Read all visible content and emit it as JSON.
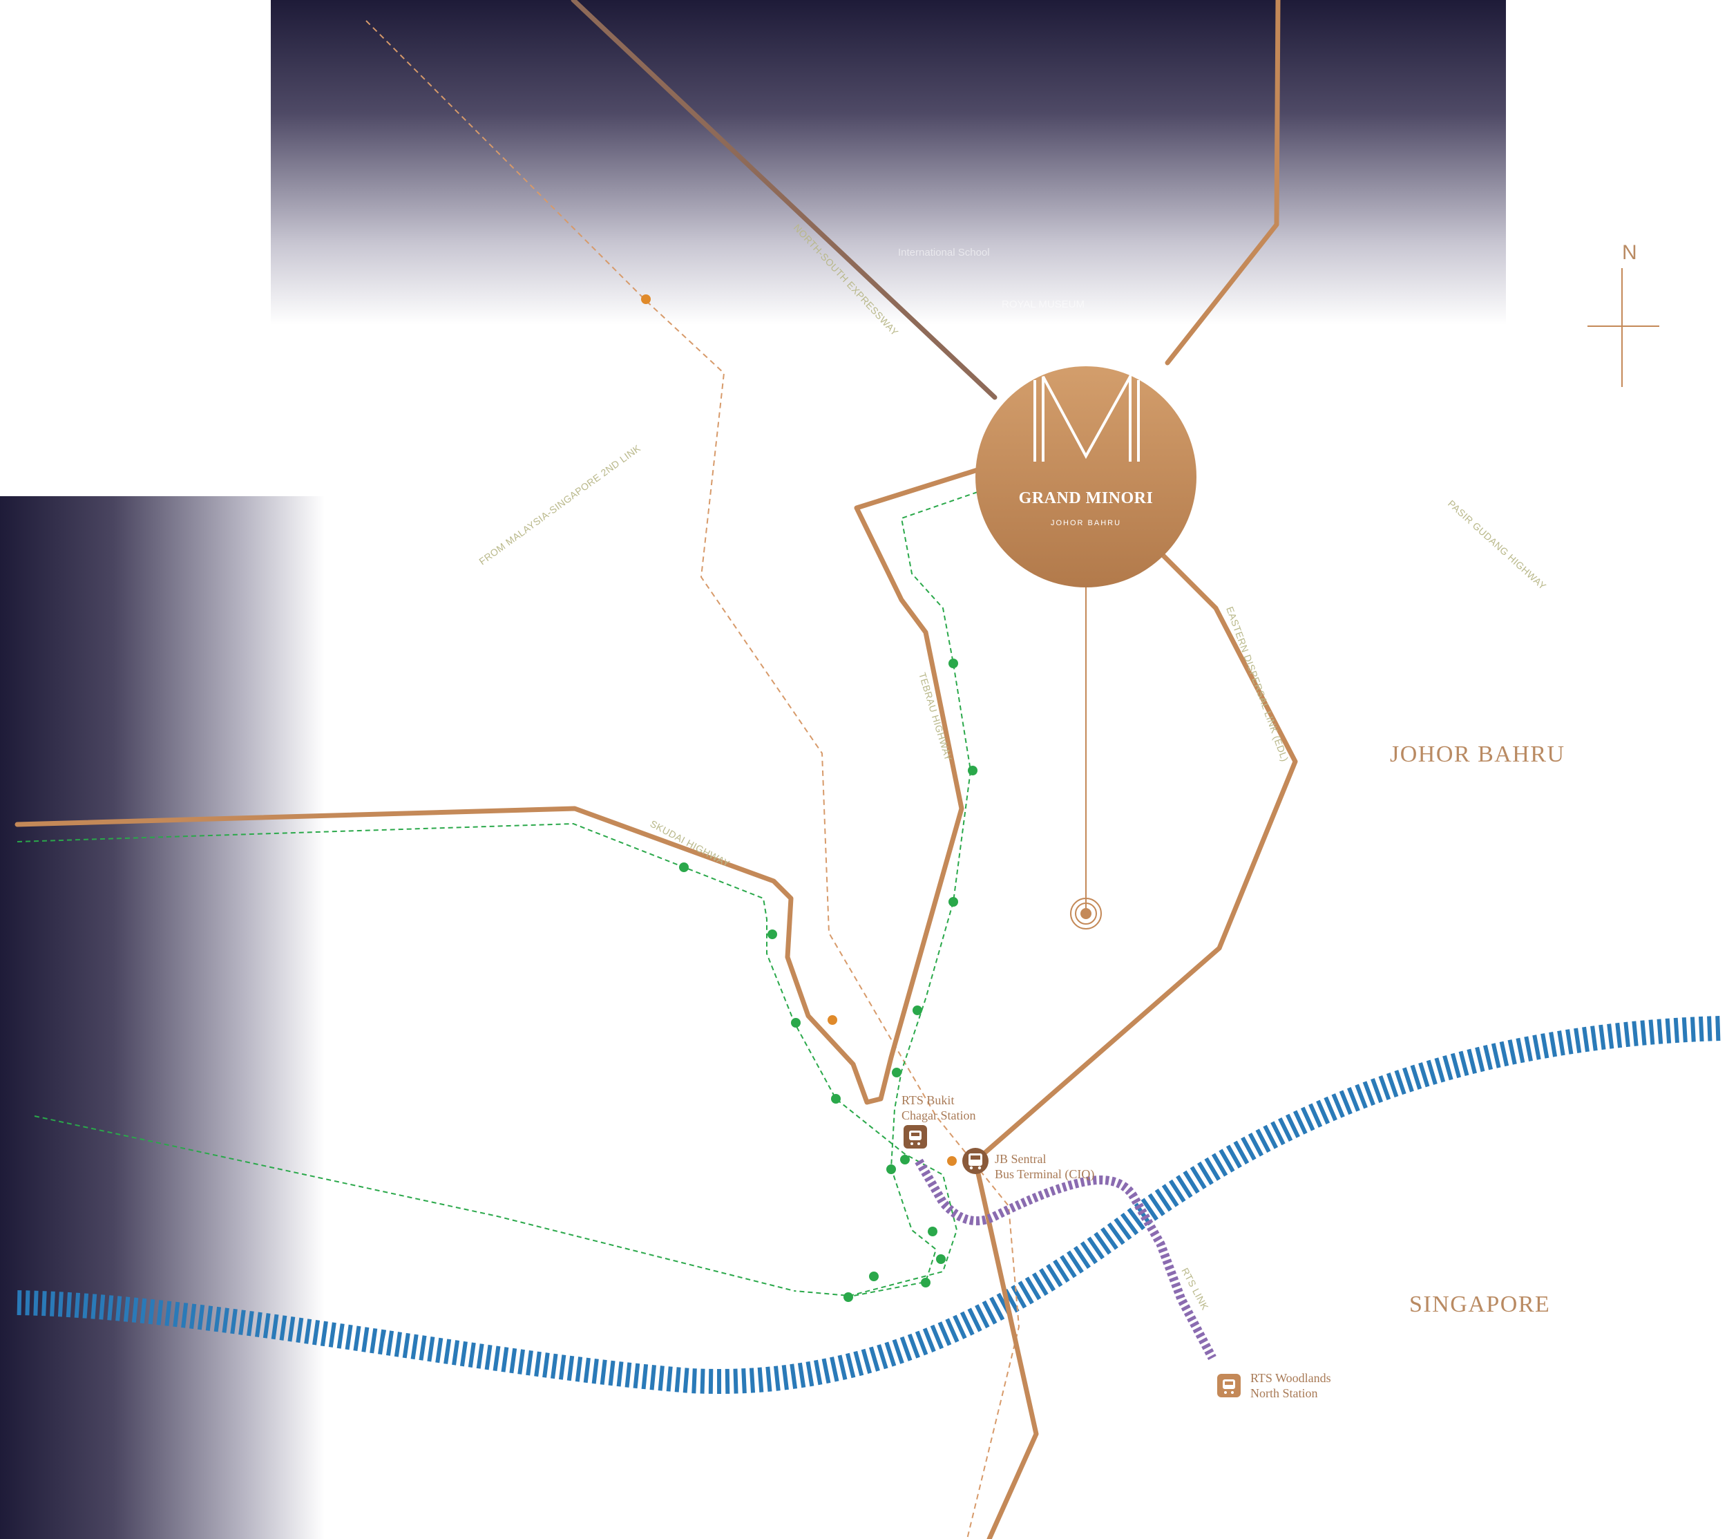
{
  "brand": {
    "name": "GRAND MINORI",
    "location": "JOHOR BAHRU",
    "monogram": "M",
    "color": "#c48958"
  },
  "compass": {
    "north_label": "N"
  },
  "regions": {
    "johor_bahru": "JOHOR BAHRU",
    "singapore": "SINGAPORE"
  },
  "roads": {
    "north_south_expressway": "NORTH-SOUTH EXPRESSWAY",
    "tebrau_highway": "TEBRAU HIGHWAY",
    "eastern_dispersal_link": "EASTERN DISPERSAL LINK (EDL)",
    "pasir_gudang_highway": "PASIR GUDANG HIGHWAY",
    "second_link": "FROM MALAYSIA-SINGAPORE 2ND LINK",
    "skudai_highway": "SKUDAI HIGHWAY",
    "rts_link": "RTS LINK"
  },
  "stations": {
    "bukit_chagar": {
      "line1": "RTS Bukit",
      "line2": "Chagar Station",
      "icon": "train-icon"
    },
    "jb_sentral": {
      "line1": "JB Sentral",
      "line2": "Bus Terminal (CIQ)",
      "icon": "bus-icon"
    },
    "woodlands": {
      "line1": "RTS Woodlands",
      "line2": "North Station",
      "icon": "train-icon"
    }
  },
  "faint_labels": {
    "international_school": "International School",
    "mall": "ROYAL MUSEUM"
  },
  "colors": {
    "road": "#c48958",
    "bus_route": "#2aa84a",
    "dashed_route": "#d79a6a",
    "rts_link": "#8a6bb0",
    "strait": "#2a7ab8",
    "navy": "#1e1b38"
  }
}
